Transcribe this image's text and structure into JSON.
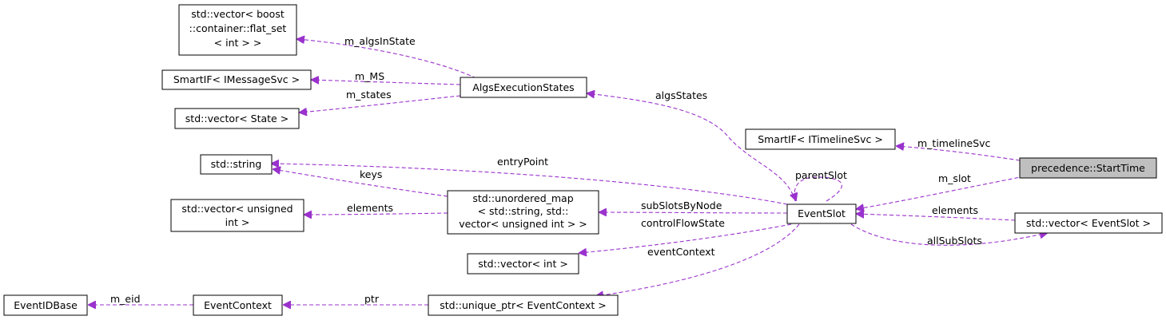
{
  "diagram": {
    "colors": {
      "edge": "#9a32cd",
      "root_fill": "#bfbfbf",
      "node_fill": "#ffffff",
      "border": "#000000"
    },
    "nodes": {
      "vector_flat_set": [
        "std::vector< boost",
        "::container::flat_set",
        "< int > >"
      ],
      "smartif_imessagesvc": [
        "SmartIF< IMessageSvc >"
      ],
      "vector_state": [
        "std::vector< State >"
      ],
      "algs_execution_states": [
        "AlgsExecutionStates"
      ],
      "std_string": [
        "std::string"
      ],
      "vector_unsigned_int": [
        "std::vector< unsigned",
        "int >"
      ],
      "unordered_map": [
        "std::unordered_map",
        "< std::string, std::",
        "vector< unsigned int > >"
      ],
      "vector_int": [
        "std::vector< int >"
      ],
      "event_id_base": [
        "EventIDBase"
      ],
      "event_context": [
        "EventContext"
      ],
      "unique_ptr_event_context": [
        "std::unique_ptr< EventContext >"
      ],
      "smartif_itimelinesvc": [
        "SmartIF< ITimelineSvc >"
      ],
      "event_slot": [
        "EventSlot"
      ],
      "start_time": [
        "precedence::StartTime"
      ],
      "vector_event_slot": [
        "std::vector< EventSlot >"
      ]
    },
    "edges": {
      "m_algsInState": "m_algsInState",
      "m_MS": "m_MS",
      "m_states": "m_states",
      "algsStates": "algsStates",
      "m_timelineSvc": "m_timelineSvc",
      "entryPoint": "entryPoint",
      "parentSlot": "parentSlot",
      "keys": "keys",
      "m_slot": "m_slot",
      "elements_map": "elements",
      "subSlotsByNode": "subSlotsByNode",
      "elements_vec": "elements",
      "controlFlowState": "controlFlowState",
      "allSubSlots": "allSubSlots",
      "eventContext": "eventContext",
      "m_eid": "m_eid",
      "ptr": "ptr"
    }
  }
}
